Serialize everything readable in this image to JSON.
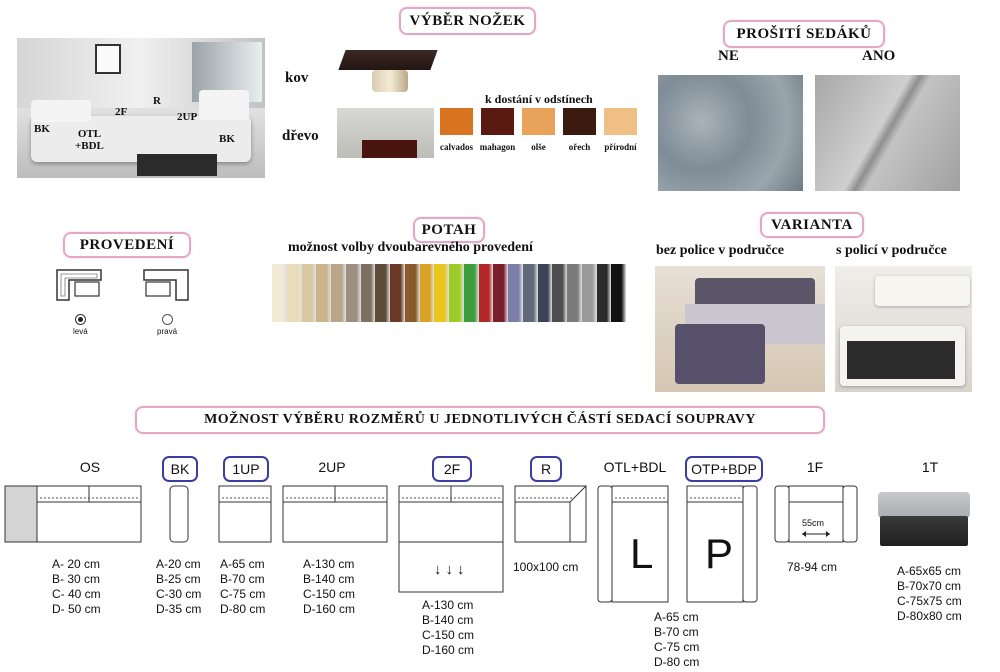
{
  "titles": {
    "legs": "VÝBĚR NOŽEK",
    "stitching": "PROŠITÍ SEDÁKŮ",
    "version": "PROVEDENÍ",
    "fabric": "POTAH",
    "variant": "VARIANTA",
    "sizes": "MOŽNOST VÝBĚRU ROZMĚRŮ U JEDNOTLIVÝCH ČÁSTÍ SEDACÍ SOUPRAVY"
  },
  "sofa_photo_labels": {
    "bk_left": "BK",
    "otl_bdl": "OTL\n+BDL",
    "f2": "2F",
    "r": "R",
    "up2": "2UP",
    "bk_right": "BK"
  },
  "legs": {
    "metal": "kov",
    "wood": "dřevo",
    "available_shades": "k dostání v odstínech",
    "shades": [
      {
        "name": "calvados",
        "color": "#d8741f"
      },
      {
        "name": "mahagon",
        "color": "#5a1a12"
      },
      {
        "name": "olše",
        "color": "#e9a25a"
      },
      {
        "name": "ořech",
        "color": "#3b1a10"
      },
      {
        "name": "přírodní",
        "color": "#efbf86"
      }
    ]
  },
  "stitching": {
    "no": "NE",
    "yes": "ANO"
  },
  "version": {
    "left": "levá",
    "right": "pravá",
    "selected": "levá"
  },
  "fabric": {
    "subtitle": "možnost volby dvoubarevného provedení",
    "colors": [
      "#f1e9d6",
      "#e9dcb9",
      "#d9c9a3",
      "#c9b48b",
      "#b8a58a",
      "#9d8f7f",
      "#7e6f5f",
      "#5f4b3a",
      "#6b3a24",
      "#8a5a2b",
      "#d9a226",
      "#e8c51f",
      "#9ccc2a",
      "#3c9d3c",
      "#b3262a",
      "#7a1f2b",
      "#7c7da8",
      "#5e6a7a",
      "#3a4456",
      "#4d4d4d",
      "#7a7a7a",
      "#9a9a9a",
      "#2b2b2b",
      "#111111"
    ]
  },
  "variant": {
    "without_shelf": "bez police v područce",
    "with_shelf": "s policí v područce"
  },
  "modules": [
    {
      "code": "OS",
      "boxed": false,
      "dims": [
        "A- 20 cm",
        "B- 30 cm",
        "C- 40 cm",
        "D- 50 cm"
      ]
    },
    {
      "code": "BK",
      "boxed": true,
      "dims": [
        "A-20 cm",
        "B-25 cm",
        "C-30 cm",
        "D-35 cm"
      ]
    },
    {
      "code": "1UP",
      "boxed": true,
      "dims": [
        "A-65 cm",
        "B-70 cm",
        "C-75 cm",
        "D-80 cm"
      ]
    },
    {
      "code": "2UP",
      "boxed": false,
      "dims": [
        "A-130 cm",
        "B-140 cm",
        "C-150 cm",
        "D-160 cm"
      ]
    },
    {
      "code": "2F",
      "boxed": true,
      "dims": [
        "A-130 cm",
        "B-140 cm",
        "C-150 cm",
        "D-160 cm"
      ]
    },
    {
      "code": "R",
      "boxed": true,
      "dims": [
        "100x100 cm"
      ]
    },
    {
      "code": "OTL+BDL",
      "boxed": false,
      "dims": []
    },
    {
      "code": "OTP+BDP",
      "boxed": true,
      "dims": [
        "A-65 cm",
        "B-70 cm",
        "C-75 cm",
        "D-80 cm"
      ]
    },
    {
      "code": "1F",
      "boxed": false,
      "dims": [
        "78-94 cm"
      ]
    },
    {
      "code": "1T",
      "boxed": false,
      "dims": [
        "A-65x65 cm",
        "B-70x70 cm",
        "C-75x75 cm",
        "D-80x80 cm"
      ]
    }
  ],
  "drawings": {
    "letter_l": "L",
    "letter_p": "P",
    "arm_width": "55cm",
    "pull_arrows": "↓↓↓"
  }
}
